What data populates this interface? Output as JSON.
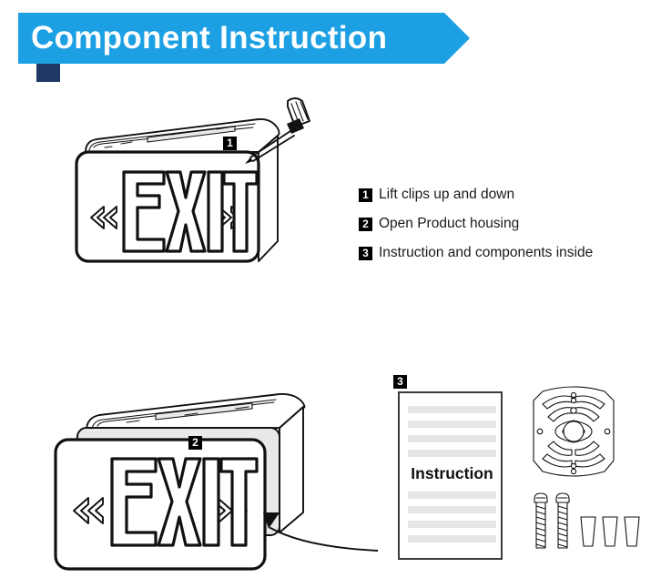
{
  "page": {
    "background_color": "#ffffff",
    "title_banner": {
      "text": "Component  Instruction",
      "fill_color": "#1ca0e3",
      "tail_color": "#1f3864",
      "text_color": "#ffffff"
    }
  },
  "steps": [
    {
      "number": "1",
      "text": "Lift clips up and down"
    },
    {
      "number": "2",
      "text": "Open Product housing"
    },
    {
      "number": "3",
      "text": "Instruction and components inside"
    }
  ],
  "callout_badges": {
    "screwdriver": "1",
    "housing": "2",
    "document": "3"
  },
  "figures": {
    "exit_sign_top": {
      "name": "exit-sign-with-screwdriver",
      "face_text": "EXIT",
      "left_chevron": "«",
      "right_chevron": "»"
    },
    "exit_sign_bottom": {
      "name": "exit-sign-opened-housing",
      "face_text": "EXIT",
      "left_chevron": "«",
      "right_chevron": "»",
      "housing_fill": "#e9e9e9"
    },
    "instruction_sheet": {
      "name": "instruction-sheet",
      "title": "Instruction",
      "placeholder_lines_above": 4,
      "placeholder_lines_below": 4,
      "line_color": "#e6e6e6",
      "border_color": "#3a3a3a"
    },
    "mounting_plate": {
      "name": "mounting-plate-bracket"
    },
    "screws": {
      "name": "mounting-screws",
      "count": 2
    },
    "anchors": {
      "name": "wall-anchors",
      "count": 3
    }
  }
}
